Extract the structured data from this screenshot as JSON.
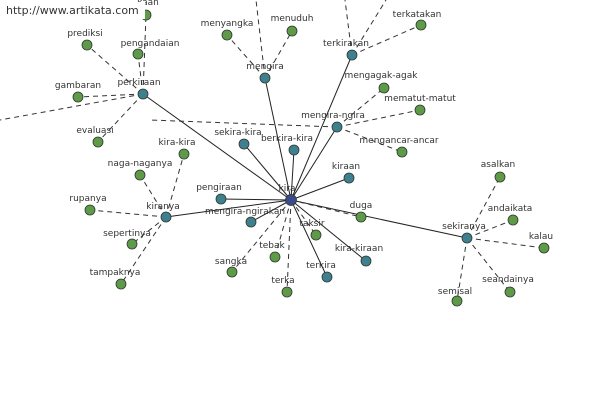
{
  "watermark": "http://www.artikata.com",
  "colors": {
    "hub_fill": "#3f7f8f",
    "center_fill": "#3b4a8a",
    "leaf_fill": "#5e9a4a",
    "node_stroke": "#2a3a2a",
    "solid_edge": "#222222",
    "dashed_edge": "#333333"
  },
  "nodes": [
    {
      "id": "kira",
      "label": "kira",
      "kind": "center"
    },
    {
      "id": "perkiraan",
      "label": "perkiraan",
      "kind": "hub"
    },
    {
      "id": "mengira",
      "label": "mengira",
      "kind": "hub"
    },
    {
      "id": "terkirakan",
      "label": "terkirakan",
      "kind": "hub"
    },
    {
      "id": "mengira-ngira",
      "label": "mengira-ngira",
      "kind": "hub"
    },
    {
      "id": "kiranya",
      "label": "kiranya",
      "kind": "hub"
    },
    {
      "id": "sekiranya",
      "label": "sekiranya",
      "kind": "hub"
    },
    {
      "id": "kiraan",
      "label": "kiraan",
      "kind": "hub"
    },
    {
      "id": "sekira-kira",
      "label": "sekira-kira",
      "kind": "hub"
    },
    {
      "id": "berkira-kira",
      "label": "berkira-kira",
      "kind": "hub"
    },
    {
      "id": "pengiraan",
      "label": "pengiraan",
      "kind": "hub"
    },
    {
      "id": "mengira-ngirakan",
      "label": "mengira-ngirakan",
      "kind": "hub"
    },
    {
      "id": "kira-kiraan",
      "label": "kira-kiraan",
      "kind": "hub"
    },
    {
      "id": "terkira",
      "label": "terkira",
      "kind": "hub"
    },
    {
      "id": "kaan",
      "label": "kaan",
      "kind": "leaf"
    },
    {
      "id": "prediksi",
      "label": "prediksi",
      "kind": "leaf"
    },
    {
      "id": "pengandaian",
      "label": "pengandaian",
      "kind": "leaf"
    },
    {
      "id": "gambaran",
      "label": "gambaran",
      "kind": "leaf"
    },
    {
      "id": "evaluasi",
      "label": "evaluasi",
      "kind": "leaf"
    },
    {
      "id": "menyangka",
      "label": "menyangka",
      "kind": "leaf"
    },
    {
      "id": "menuduh",
      "label": "menuduh",
      "kind": "leaf"
    },
    {
      "id": "terkatakan",
      "label": "terkatakan",
      "kind": "leaf"
    },
    {
      "id": "mengagak-agak",
      "label": "mengagak-agak",
      "kind": "leaf"
    },
    {
      "id": "mematut-matut",
      "label": "mematut-matut",
      "kind": "leaf"
    },
    {
      "id": "mengancar-ancar",
      "label": "mengancar-ancar",
      "kind": "leaf"
    },
    {
      "id": "kira-kira",
      "label": "kira-kira",
      "kind": "leaf"
    },
    {
      "id": "naga-naganya",
      "label": "naga-naganya",
      "kind": "leaf"
    },
    {
      "id": "rupanya",
      "label": "rupanya",
      "kind": "leaf"
    },
    {
      "id": "sepertinya",
      "label": "sepertinya",
      "kind": "leaf"
    },
    {
      "id": "tampaknya",
      "label": "tampaknya",
      "kind": "leaf"
    },
    {
      "id": "sangka",
      "label": "sangka",
      "kind": "leaf"
    },
    {
      "id": "tebak",
      "label": "tebak",
      "kind": "leaf"
    },
    {
      "id": "terka",
      "label": "terka",
      "kind": "leaf"
    },
    {
      "id": "taksir",
      "label": "taksir",
      "kind": "leaf"
    },
    {
      "id": "duga",
      "label": "duga",
      "kind": "leaf"
    },
    {
      "id": "asalkan",
      "label": "asalkan",
      "kind": "leaf"
    },
    {
      "id": "andaikata",
      "label": "andaikata",
      "kind": "leaf"
    },
    {
      "id": "kalau",
      "label": "kalau",
      "kind": "leaf"
    },
    {
      "id": "seandainya",
      "label": "seandainya",
      "kind": "leaf"
    },
    {
      "id": "semisal",
      "label": "semisal",
      "kind": "leaf"
    }
  ],
  "edges": [
    {
      "from": "kira",
      "to": "perkiraan",
      "style": "solid"
    },
    {
      "from": "kira",
      "to": "mengira",
      "style": "solid"
    },
    {
      "from": "kira",
      "to": "terkirakan",
      "style": "solid"
    },
    {
      "from": "kira",
      "to": "mengira-ngira",
      "style": "solid"
    },
    {
      "from": "kira",
      "to": "kiranya",
      "style": "solid"
    },
    {
      "from": "kira",
      "to": "sekiranya",
      "style": "solid"
    },
    {
      "from": "kira",
      "to": "kiraan",
      "style": "solid"
    },
    {
      "from": "kira",
      "to": "sekira-kira",
      "style": "solid"
    },
    {
      "from": "kira",
      "to": "berkira-kira",
      "style": "solid"
    },
    {
      "from": "kira",
      "to": "pengiraan",
      "style": "solid"
    },
    {
      "from": "kira",
      "to": "mengira-ngirakan",
      "style": "solid"
    },
    {
      "from": "kira",
      "to": "kira-kiraan",
      "style": "solid"
    },
    {
      "from": "kira",
      "to": "terkira",
      "style": "solid"
    },
    {
      "from": "kira",
      "to": "sangka",
      "style": "dashed"
    },
    {
      "from": "kira",
      "to": "tebak",
      "style": "dashed"
    },
    {
      "from": "kira",
      "to": "terka",
      "style": "dashed"
    },
    {
      "from": "kira",
      "to": "taksir",
      "style": "dashed"
    },
    {
      "from": "kira",
      "to": "duga",
      "style": "dashed"
    },
    {
      "from": "perkiraan",
      "to": "kaan",
      "style": "dashed"
    },
    {
      "from": "perkiraan",
      "to": "prediksi",
      "style": "dashed"
    },
    {
      "from": "perkiraan",
      "to": "pengandaian",
      "style": "dashed"
    },
    {
      "from": "perkiraan",
      "to": "gambaran",
      "style": "dashed"
    },
    {
      "from": "perkiraan",
      "to": "evaluasi",
      "style": "dashed"
    },
    {
      "from": "perkiraan",
      "to": "perkiraan-edge-left",
      "style": "dashed"
    },
    {
      "from": "mengira",
      "to": "menyangka",
      "style": "dashed"
    },
    {
      "from": "mengira",
      "to": "menuduh",
      "style": "dashed"
    },
    {
      "from": "mengira",
      "to": "mengira-top",
      "style": "dashed"
    },
    {
      "from": "terkirakan",
      "to": "terkatakan",
      "style": "dashed"
    },
    {
      "from": "terkirakan",
      "to": "terkirakan-top-a",
      "style": "dashed"
    },
    {
      "from": "terkirakan",
      "to": "terkirakan-top-b",
      "style": "dashed"
    },
    {
      "from": "mengira-ngira",
      "to": "mengagak-agak",
      "style": "dashed"
    },
    {
      "from": "mengira-ngira",
      "to": "mematut-matut",
      "style": "dashed"
    },
    {
      "from": "mengira-ngira",
      "to": "mengancar-ancar",
      "style": "dashed"
    },
    {
      "from": "mengira-ngira",
      "to": "mengira-ngira-left",
      "style": "dashed"
    },
    {
      "from": "kiranya",
      "to": "kira-kira",
      "style": "dashed"
    },
    {
      "from": "kiranya",
      "to": "naga-naganya",
      "style": "dashed"
    },
    {
      "from": "kiranya",
      "to": "rupanya",
      "style": "dashed"
    },
    {
      "from": "kiranya",
      "to": "sepertinya",
      "style": "dashed"
    },
    {
      "from": "kiranya",
      "to": "tampaknya",
      "style": "dashed"
    },
    {
      "from": "sekiranya",
      "to": "asalkan",
      "style": "dashed"
    },
    {
      "from": "sekiranya",
      "to": "andaikata",
      "style": "dashed"
    },
    {
      "from": "sekiranya",
      "to": "kalau",
      "style": "dashed"
    },
    {
      "from": "sekiranya",
      "to": "seandainya",
      "style": "dashed"
    },
    {
      "from": "sekiranya",
      "to": "semisal",
      "style": "dashed"
    }
  ]
}
